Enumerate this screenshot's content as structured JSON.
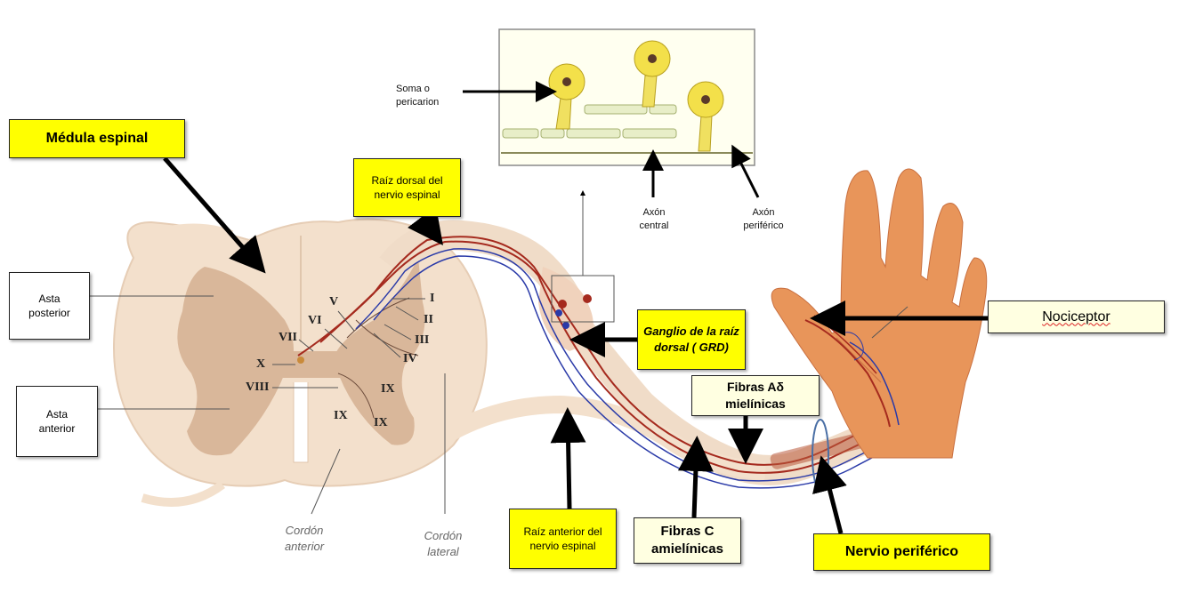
{
  "labels": {
    "medula": "Médula espinal",
    "raiz_dorsal": "Raíz dorsal del nervio espinal",
    "asta_posterior": "Asta posterior",
    "asta_anterior": "Asta anterior",
    "soma": "Soma o pericarion",
    "axon_central": "Axón central",
    "axon_periferico": "Axón periférico",
    "ganglio": "Ganglio de la raíz dorsal ( GRD)",
    "nociceptor": "Nociceptor",
    "fibras_ad": "Fibras Aδ mielínicas",
    "fibras_c": "Fibras C amielínicas",
    "raiz_anterior": "Raíz anterior del nervio espinal",
    "nervio_periferico": "Nervio periférico",
    "cordon_anterior": "Cordón anterior",
    "cordon_lateral": "Cordón lateral"
  },
  "laminae": [
    "I",
    "II",
    "III",
    "IV",
    "V",
    "VI",
    "VII",
    "VIII",
    "IX",
    "IX",
    "IX",
    "X"
  ],
  "colors": {
    "highlight": "#ffff00",
    "cord": "#f3e0cc",
    "gray_matter": "#d9b79a",
    "axon_red": "#a52a1e",
    "axon_blue": "#2a3aa8",
    "skin": "#e8955a"
  }
}
